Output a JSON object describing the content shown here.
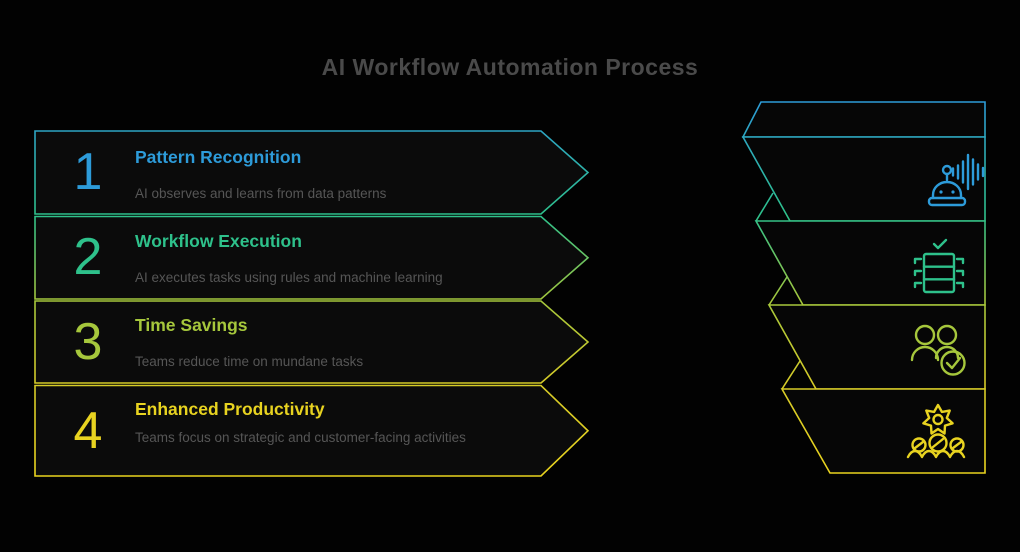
{
  "title": "AI Workflow Automation Process",
  "steps": [
    {
      "number": "1",
      "title": "Pattern Recognition",
      "description": "AI observes and learns from data patterns",
      "color": "#2d9bd9",
      "icon": "robot-voice-icon"
    },
    {
      "number": "2",
      "title": "Workflow Execution",
      "description": "AI executes tasks using rules and machine learning",
      "color": "#2ec18b",
      "icon": "automation-check-icon"
    },
    {
      "number": "3",
      "title": "Time Savings",
      "description": "Teams reduce time on mundane tasks",
      "color": "#a6c73c",
      "icon": "team-approved-icon"
    },
    {
      "number": "4",
      "title": "Enhanced Productivity",
      "description": "Teams focus on strategic and customer-facing activities",
      "color": "#e8d320",
      "icon": "gear-team-icon"
    }
  ],
  "colors": {
    "background": "#020202",
    "heading_text": "#4a4a4a",
    "description_text": "#565656",
    "gradient_stops": [
      "#2d9bd9",
      "#2ec18b",
      "#a6c73c",
      "#d6cb28",
      "#ead41e"
    ]
  }
}
